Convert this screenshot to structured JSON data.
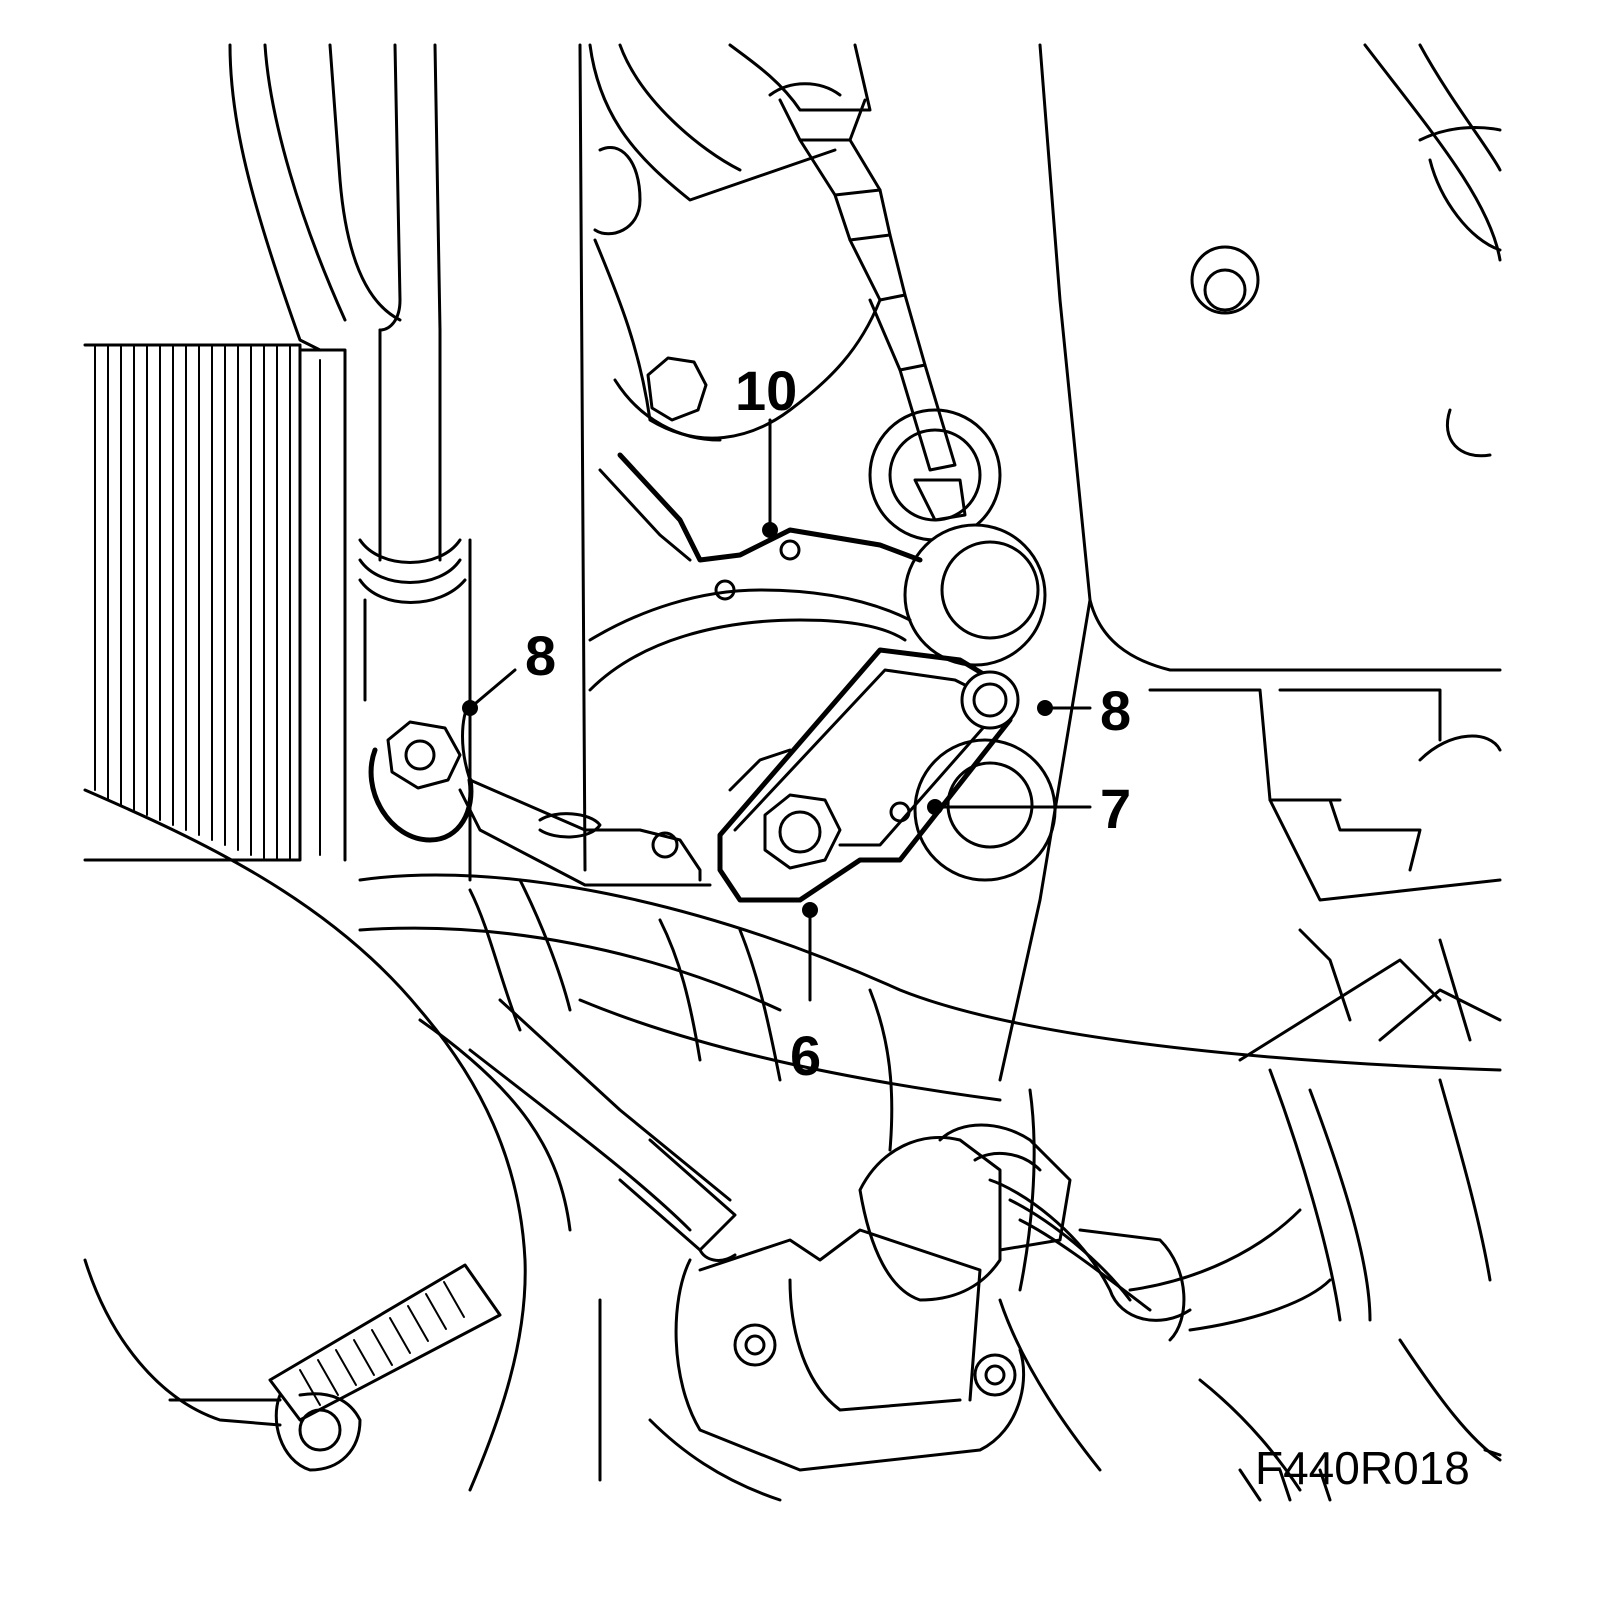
{
  "callouts": {
    "c10": "10",
    "c8_left": "8",
    "c8_right": "8",
    "c7": "7",
    "c6": "6"
  },
  "figure_code": "F440R018"
}
